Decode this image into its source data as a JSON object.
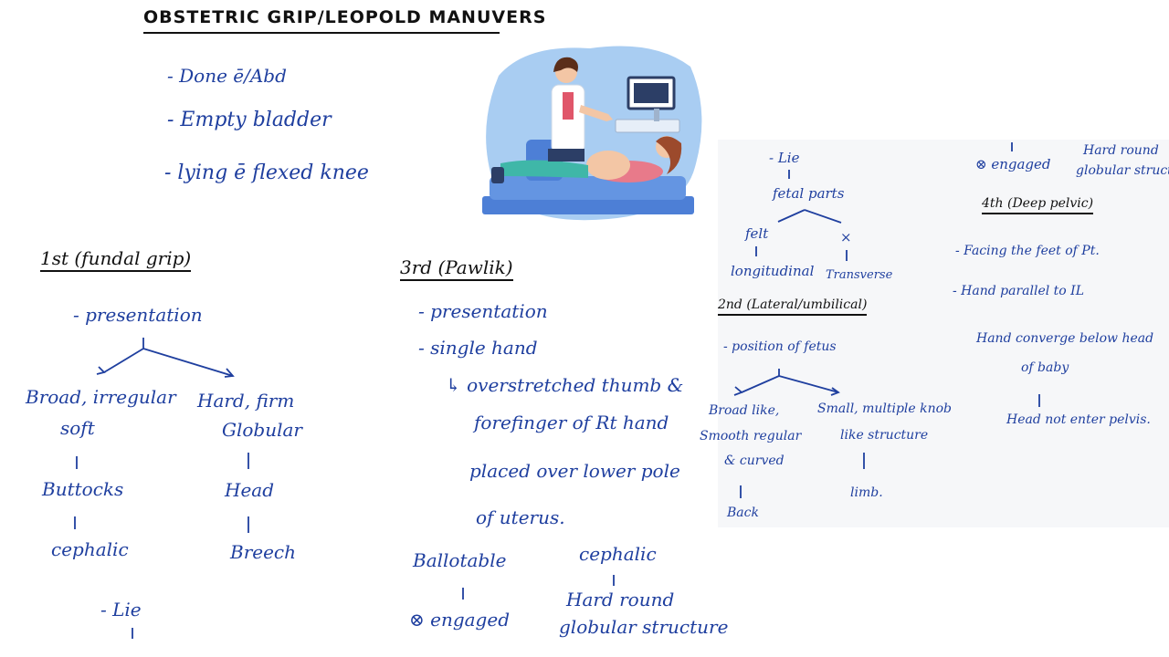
{
  "title": "OBSTETRIC GRIP/LEOPOLD MANUVERS",
  "prerequisites": [
    "- Done ē/Abd",
    "- Empty bladder",
    "- lying ē flexed knee"
  ],
  "first": {
    "heading": "1st (fundal grip)",
    "item": "- presentation",
    "left_branch": [
      "Broad, irregular",
      "soft"
    ],
    "right_branch": [
      "Hard, firm",
      "Globular"
    ],
    "left_1": "Buttocks",
    "right_1": "Head",
    "left_2": "cephalic",
    "right_2": "Breech",
    "lie": "- Lie"
  },
  "third": {
    "heading": "3rd (Pawlik)",
    "items": [
      "- presentation",
      "- single hand"
    ],
    "detail": [
      "↳ overstretched thumb &",
      "forefinger of Rt hand",
      "placed over lower pole",
      "of uterus."
    ],
    "ballotable": "Ballotable",
    "cephalic": "cephalic",
    "engaged": "⊗ engaged",
    "hard_round": [
      "Hard round",
      "globular structure"
    ]
  },
  "panel": {
    "lie": "- Lie",
    "fetal_parts": "fetal parts",
    "felt": "felt",
    "x_mark": "×",
    "longitudinal": "longitudinal",
    "transverse": "Transverse",
    "second_heading": "2nd (Lateral/umbilical)",
    "position": "- position of fetus",
    "left_branch": [
      "Broad like,",
      "Smooth regular",
      "& curved"
    ],
    "right_branch": [
      "Small, multiple knob",
      "like structure"
    ],
    "back": "Back",
    "limb": "limb.",
    "engaged": "⊗ engaged",
    "hard_round": [
      "Hard round",
      "globular structure"
    ],
    "fourth_heading": "4th (Deep pelvic)",
    "fourth_items": [
      "- Facing the feet of Pt.",
      "- Hand parallel to IL"
    ],
    "converge": [
      "Hand converge below head",
      "of baby"
    ],
    "not_enter": "Head not enter pelvis."
  },
  "colors": {
    "ink": "#1f3f9f",
    "title_ink": "#111111",
    "panel_bg": "#f6f7f9",
    "illus_bg": "#a9cdf2"
  }
}
